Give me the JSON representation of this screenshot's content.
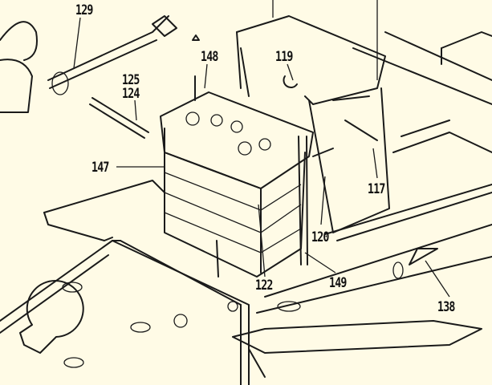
{
  "diagram": {
    "labels": {
      "l129": "129",
      "l148": "148",
      "l119": "119",
      "l125": "125",
      "l124": "124",
      "l147": "147",
      "l117": "117",
      "l120": "120",
      "l122": "122",
      "l149": "149",
      "l138": "138"
    },
    "colors": {
      "background": "#fffbe6",
      "ink": "#1a1a1a"
    }
  }
}
